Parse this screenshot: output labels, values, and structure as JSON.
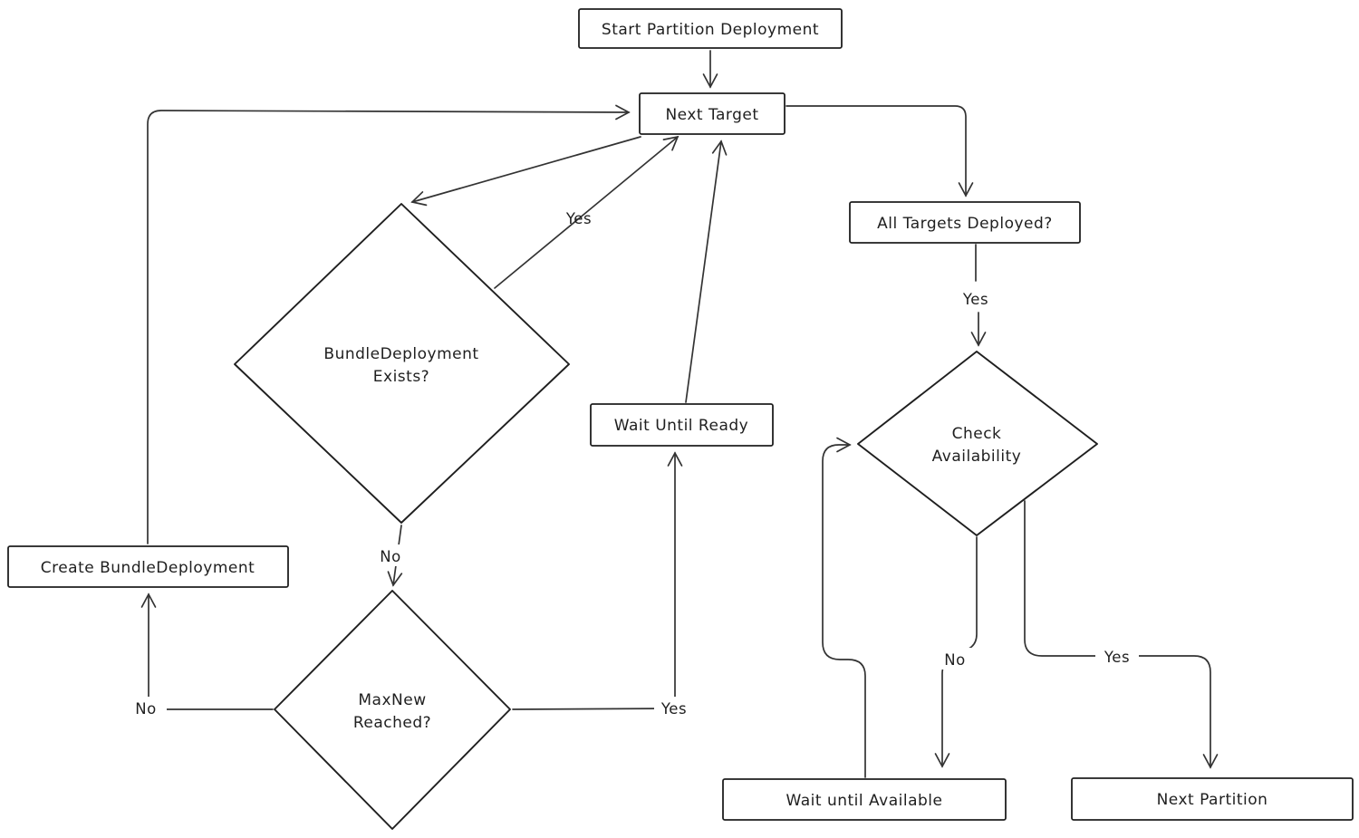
{
  "colors": {
    "background": "#ffffff",
    "shape_stroke": "#1f1f1f",
    "edge_stroke": "#333333",
    "text": "#1f1f1f"
  },
  "nodes": {
    "start": {
      "label": "Start Partition Deployment"
    },
    "next_target": {
      "label": "Next Target"
    },
    "all_targets_deployed": {
      "label": "All Targets Deployed?"
    },
    "check_availability": {
      "line1": "Check",
      "line2": "Availability"
    },
    "bundle_deployment_exists": {
      "line1": "BundleDeployment",
      "line2": "Exists?"
    },
    "max_new_reached": {
      "line1": "MaxNew",
      "line2": "Reached?"
    },
    "create_bundle_deployment": {
      "label": "Create BundleDeployment"
    },
    "wait_until_ready": {
      "label": "Wait Until Ready"
    },
    "wait_until_available": {
      "label": "Wait until Available"
    },
    "next_partition": {
      "label": "Next Partition"
    }
  },
  "edge_labels": {
    "all_targets_yes": "Yes",
    "bundle_exists_yes": "Yes",
    "bundle_exists_no": "No",
    "max_new_no": "No",
    "max_new_yes": "Yes",
    "check_no": "No",
    "check_yes": "Yes"
  }
}
